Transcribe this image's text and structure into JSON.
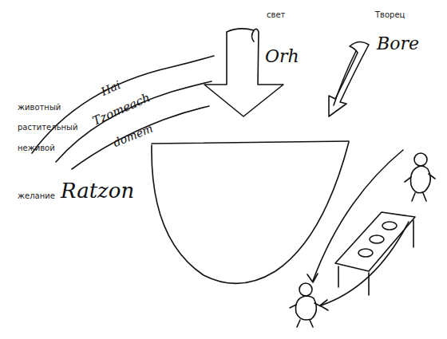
{
  "diagram": {
    "labels": [
      "свет",
      "Orh",
      "Творец",
      "Bore",
      "Hai",
      "Tzomeach",
      "domem",
      "животный",
      "растительный",
      "неживой",
      "желание",
      "Ratzon"
    ]
  }
}
